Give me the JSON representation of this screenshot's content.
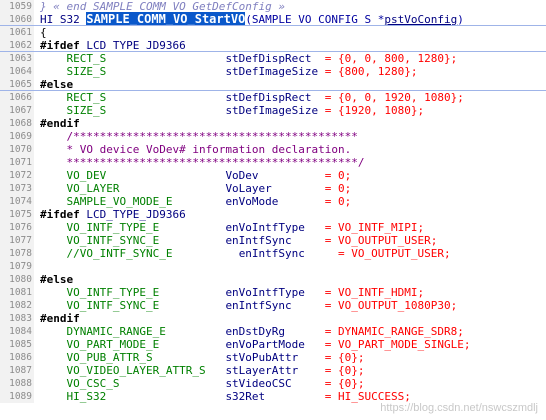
{
  "editor": {
    "context_line": "} « end SAMPLE_COMM_VO_GetDefConfig »",
    "watermark": "https://blog.csdn.net/nswcszmdlj",
    "lines": [
      {
        "num": "1059",
        "tokens": []
      },
      {
        "num": "1060",
        "tokens": [
          {
            "t": "HI_S32 ",
            "c": "k"
          },
          {
            "t": "SAMPLE_COMM_VO_StartVO",
            "c": "fn"
          },
          {
            "t": "(SAMPLE_VO_CONFIG_S *",
            "c": "p"
          },
          {
            "t": "pstVoConfig",
            "c": "pname"
          },
          {
            "t": ")",
            "c": "p"
          }
        ]
      },
      {
        "num": "1061",
        "tokens": [
          {
            "t": "{",
            "c": "s"
          }
        ]
      },
      {
        "num": "1062",
        "tokens": [
          {
            "t": "#ifdef",
            "c": "pp"
          },
          {
            "t": " LCD_TYPE_JD9366",
            "c": "k"
          }
        ]
      },
      {
        "num": "1063",
        "tokens": [
          {
            "t": "    RECT_S                  ",
            "c": "t"
          },
          {
            "t": "stDefDispRect  ",
            "c": "v"
          },
          {
            "t": "= {0, 0, 800, 1280};",
            "c": "lit"
          }
        ]
      },
      {
        "num": "1064",
        "tokens": [
          {
            "t": "    SIZE_S                  ",
            "c": "t"
          },
          {
            "t": "stDefImageSize ",
            "c": "v"
          },
          {
            "t": "= {800, 1280};",
            "c": "lit"
          }
        ]
      },
      {
        "num": "1065",
        "tokens": [
          {
            "t": "#else",
            "c": "pp"
          }
        ]
      },
      {
        "num": "1066",
        "tokens": [
          {
            "t": "    RECT_S                  ",
            "c": "t"
          },
          {
            "t": "stDefDispRect  ",
            "c": "v"
          },
          {
            "t": "= {0, 0, 1920, 1080};",
            "c": "lit"
          }
        ]
      },
      {
        "num": "1067",
        "tokens": [
          {
            "t": "    SIZE_S                  ",
            "c": "t"
          },
          {
            "t": "stDefImageSize ",
            "c": "v"
          },
          {
            "t": "= {1920, 1080};",
            "c": "lit"
          }
        ]
      },
      {
        "num": "1068",
        "tokens": [
          {
            "t": "#endif",
            "c": "pp"
          }
        ]
      },
      {
        "num": "1069",
        "tokens": [
          {
            "t": "    /*******************************************",
            "c": "cc"
          }
        ]
      },
      {
        "num": "1070",
        "tokens": [
          {
            "t": "    * VO device VoDev# information declaration.",
            "c": "cc"
          }
        ]
      },
      {
        "num": "1071",
        "tokens": [
          {
            "t": "    ********************************************/",
            "c": "cc"
          }
        ]
      },
      {
        "num": "1072",
        "tokens": [
          {
            "t": "    VO_DEV                  ",
            "c": "t"
          },
          {
            "t": "VoDev          ",
            "c": "v"
          },
          {
            "t": "= 0;",
            "c": "lit"
          }
        ]
      },
      {
        "num": "1073",
        "tokens": [
          {
            "t": "    VO_LAYER                ",
            "c": "t"
          },
          {
            "t": "VoLayer        ",
            "c": "v"
          },
          {
            "t": "= 0;",
            "c": "lit"
          }
        ]
      },
      {
        "num": "1074",
        "tokens": [
          {
            "t": "    SAMPLE_VO_MODE_E        ",
            "c": "t"
          },
          {
            "t": "enVoMode       ",
            "c": "v"
          },
          {
            "t": "= 0;",
            "c": "lit"
          }
        ]
      },
      {
        "num": "1075",
        "tokens": [
          {
            "t": "#ifdef",
            "c": "pp"
          },
          {
            "t": " LCD_TYPE_JD9366",
            "c": "k"
          }
        ]
      },
      {
        "num": "1076",
        "tokens": [
          {
            "t": "    VO_INTF_TYPE_E          ",
            "c": "t"
          },
          {
            "t": "enVoIntfType   ",
            "c": "v"
          },
          {
            "t": "= VO_INTF_MIPI;",
            "c": "lit"
          }
        ]
      },
      {
        "num": "1077",
        "tokens": [
          {
            "t": "    VO_INTF_SYNC_E          ",
            "c": "t"
          },
          {
            "t": "enIntfSync     ",
            "c": "v"
          },
          {
            "t": "= VO_OUTPUT_USER;",
            "c": "lit"
          }
        ]
      },
      {
        "num": "1078",
        "tokens": [
          {
            "t": "    //VO_INTF_SYNC_E          ",
            "c": "t"
          },
          {
            "t": "enIntfSync     ",
            "c": "v"
          },
          {
            "t": "= VO_OUTPUT_USER;",
            "c": "lit"
          }
        ]
      },
      {
        "num": "1079",
        "tokens": []
      },
      {
        "num": "1080",
        "tokens": [
          {
            "t": "#else",
            "c": "pp"
          }
        ]
      },
      {
        "num": "1081",
        "tokens": [
          {
            "t": "    VO_INTF_TYPE_E          ",
            "c": "t"
          },
          {
            "t": "enVoIntfType   ",
            "c": "v"
          },
          {
            "t": "= VO_INTF_HDMI;",
            "c": "lit"
          }
        ]
      },
      {
        "num": "1082",
        "tokens": [
          {
            "t": "    VO_INTF_SYNC_E          ",
            "c": "t"
          },
          {
            "t": "enIntfSync     ",
            "c": "v"
          },
          {
            "t": "= VO_OUTPUT_1080P30;",
            "c": "lit"
          }
        ]
      },
      {
        "num": "1083",
        "tokens": [
          {
            "t": "#endif",
            "c": "pp"
          }
        ]
      },
      {
        "num": "1084",
        "tokens": [
          {
            "t": "    DYNAMIC_RANGE_E         ",
            "c": "t"
          },
          {
            "t": "enDstDyRg      ",
            "c": "v"
          },
          {
            "t": "= DYNAMIC_RANGE_SDR8;",
            "c": "lit"
          }
        ]
      },
      {
        "num": "1085",
        "tokens": [
          {
            "t": "    VO_PART_MODE_E          ",
            "c": "t"
          },
          {
            "t": "enVoPartMode   ",
            "c": "v"
          },
          {
            "t": "= VO_PART_MODE_SINGLE;",
            "c": "lit"
          }
        ]
      },
      {
        "num": "1086",
        "tokens": [
          {
            "t": "    VO_PUB_ATTR_S           ",
            "c": "t"
          },
          {
            "t": "stVoPubAttr    ",
            "c": "v"
          },
          {
            "t": "= {0};",
            "c": "lit"
          }
        ]
      },
      {
        "num": "1087",
        "tokens": [
          {
            "t": "    VO_VIDEO_LAYER_ATTR_S   ",
            "c": "t"
          },
          {
            "t": "stLayerAttr    ",
            "c": "v"
          },
          {
            "t": "= {0};",
            "c": "lit"
          }
        ]
      },
      {
        "num": "1088",
        "tokens": [
          {
            "t": "    VO_CSC_S                ",
            "c": "t"
          },
          {
            "t": "stVideoCSC     ",
            "c": "v"
          },
          {
            "t": "= {0};",
            "c": "lit"
          }
        ]
      },
      {
        "num": "1089",
        "tokens": [
          {
            "t": "    HI_S32                  ",
            "c": "t"
          },
          {
            "t": "s32Ret         ",
            "c": "v"
          },
          {
            "t": "= HI_SUCCESS;",
            "c": "lit"
          }
        ]
      }
    ]
  }
}
